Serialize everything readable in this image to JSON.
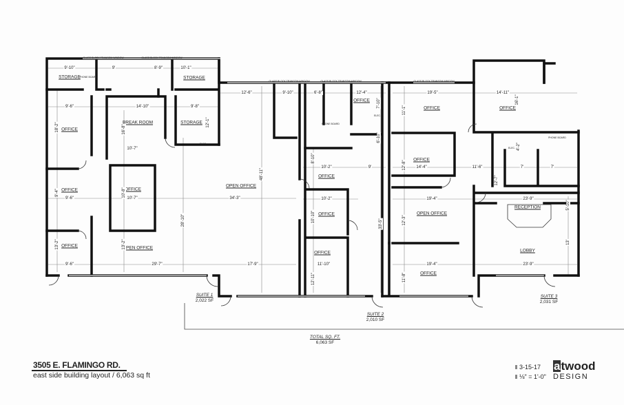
{
  "title": "3505 E. FLAMINGO RD.",
  "subtitle": "east side building layout / 6,063 sq ft",
  "date": "3-15-17",
  "scale": "⅛\" = 1'-0\"",
  "logo": {
    "mark": "a",
    "rest": "twood",
    "design": "DESIGN"
  },
  "window_label": "GLASS BLOCK TRANSOM WINDOW",
  "small_labels": {
    "phone_board": "PHONE BOARD",
    "elec": "ELEC."
  },
  "rooms": [
    "STORAGE",
    "STORAGE",
    "BREAK ROOM",
    "STORAGE",
    "OFFICE",
    "OFFICE",
    "OFFICE",
    "OFFICE",
    "OPEN OFFICE",
    "OPEN OFFICE",
    "OFFICE",
    "OFFICE",
    "OFFICE",
    "OFFICE",
    "OFFICE",
    "OFFICE",
    "OFFICE",
    "OPEN OFFICE",
    "RECEPTION",
    "LOBBY",
    "OFFICE"
  ],
  "suites": [
    {
      "name": "SUITE 1",
      "area": "2,022 SF"
    },
    {
      "name": "SUITE 2",
      "area": "2,010 SF"
    },
    {
      "name": "SUITE 3",
      "area": "2,031 SF"
    }
  ],
  "total": {
    "label": "TOTAL SQ. FT.",
    "area": "6,063 SF"
  },
  "dims_h": [
    "9'-10\"",
    "9'",
    "8'-9\"",
    "10'-1\"",
    "9'-6\"",
    "14'-10\"",
    "9'-8\"",
    "10'-7\"",
    "10'-7\"",
    "9'-6\"",
    "34'-3\"",
    "9'-6\"",
    "29'-7\"",
    "17'-9\"",
    "12'-6\"",
    "9'-10\"",
    "6'-8\"",
    "12'-4\"",
    "10'-2\"",
    "9'",
    "10'-2\"",
    "11'-10\"",
    "19'-5\"",
    "14'-11\"",
    "14'-4\"",
    "11'-6\"",
    "7'",
    "7'",
    "19'-4\"",
    "23'-9\"",
    "19'-4\"",
    "23'-9\""
  ],
  "dims_v": [
    "18'-2\"",
    "9'-4\"",
    "13'-2\"",
    "16'-8\"",
    "12'-1\"",
    "10'-8\"",
    "13'-2\"",
    "28'-10\"",
    "48'-11\"",
    "7'-10\"",
    "6'-10\"",
    "8'-10\"",
    "10'-10\"",
    "12'-11\"",
    "33'-5\"",
    "11'-1\"",
    "12'-8\"",
    "12'-3\"",
    "11'-8\"",
    "16'-1\"",
    "4'-2\"",
    "12'-7\"",
    "5'-10\"",
    "13'"
  ]
}
